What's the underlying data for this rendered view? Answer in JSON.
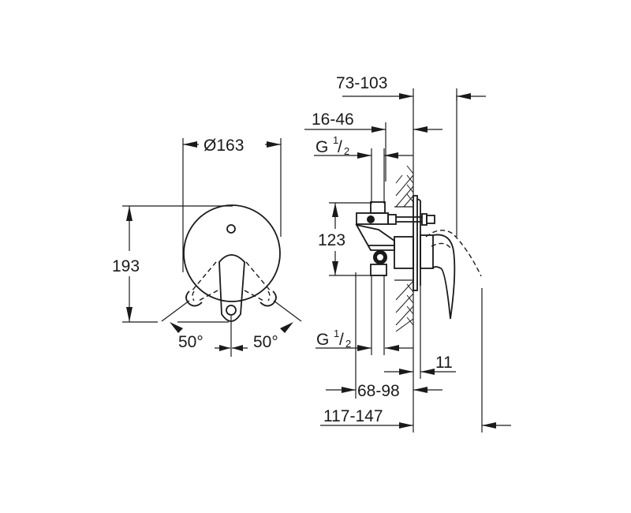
{
  "front_view": {
    "diameter_label": "Ø163",
    "height_label": "193",
    "angle_left_label": "50°",
    "angle_right_label": "50°"
  },
  "side_view": {
    "depth_range_top": "73-103",
    "depth_range_16_46": "16-46",
    "thread_top": {
      "base": "G",
      "num": "1",
      "den": "2"
    },
    "body_height": "123",
    "thread_bottom": {
      "base": "G",
      "num": "1",
      "den": "2"
    },
    "plate_thickness": "11",
    "depth_range_68_98": "68-98",
    "depth_range_total": "117-147"
  }
}
